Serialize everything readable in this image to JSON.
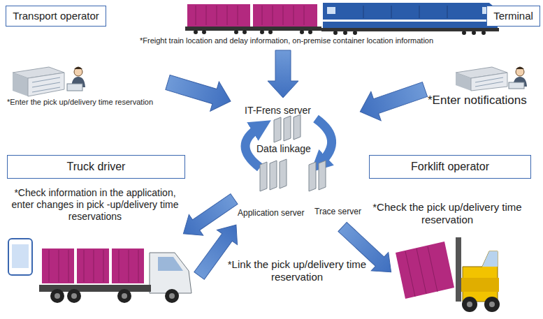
{
  "diagram": {
    "nodes": [
      {
        "text": [
          "Transport operator"
        ]
      },
      {
        "text": [
          "Terminal"
        ]
      },
      {
        "text": [
          "Truck driver"
        ]
      },
      {
        "text": [
          "Forklift operator"
        ]
      }
    ],
    "labels": [
      "*Freight train location and delay information, on-premise container location information",
      "*Enter the pick up/delivery time reservation",
      "*Enter notifications",
      "IT-Frens server",
      "Data linkage",
      "Application server",
      "Trace server",
      "*Check information in the application, enter changes in pick -up/delivery time reservations",
      "*Check the pick up/delivery time reservation",
      "*Link the pick up/delivery time reservation"
    ]
  }
}
